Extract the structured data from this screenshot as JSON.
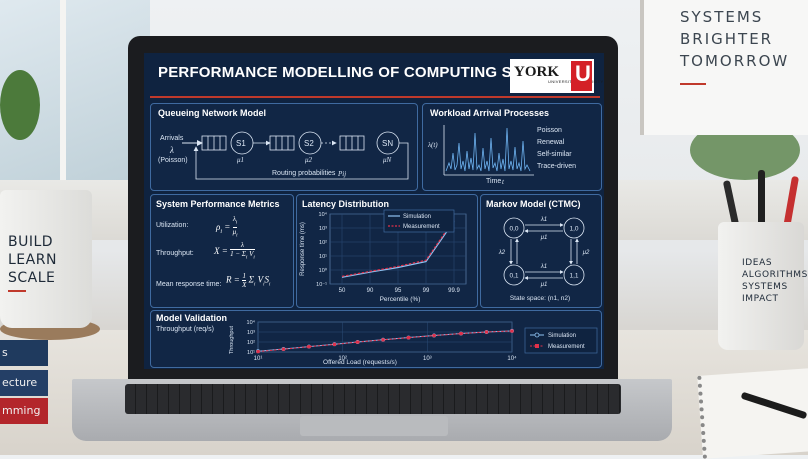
{
  "whiteboard": {
    "lines": [
      "SYSTEMS",
      "BRIGHTER",
      "TOMORROW"
    ]
  },
  "mug": {
    "lines": [
      "BUILD",
      "LEARN",
      "SCALE"
    ]
  },
  "pen_cup": {
    "lines": [
      "IDEAS",
      "ALGORITHMS",
      "SYSTEMS",
      "IMPACT"
    ]
  },
  "books": [
    "s",
    "ecture",
    "mming"
  ],
  "slide": {
    "title": "PERFORMANCE MODELLING OF COMPUTING SYSTEMS",
    "logo": {
      "name": "YORK",
      "sub": "UNIVERSITÉ UNIVERSITY",
      "mark": "U"
    },
    "colors": {
      "background": "#0f2340",
      "accent": "#c0392b",
      "panel_border": "#3f6aa0",
      "series_sim": "#8fc3f2",
      "series_meas": "#e0304a"
    },
    "queueing": {
      "title": "Queueing Network Model",
      "arrivals": "Arrivals",
      "lambda": "λ",
      "poisson": "(Poisson)",
      "stations": [
        "S1",
        "S2",
        "SN"
      ],
      "mus": [
        "μ1",
        "μ2",
        "μN"
      ],
      "routing": "Routing probabilities",
      "routing_sym": "Pij"
    },
    "workload": {
      "title": "Workload Arrival Processes",
      "ylabel": "λ(t)",
      "xlabel": "Time",
      "xvar": "t",
      "types": [
        "Poisson",
        "Renewal",
        "Self-similar",
        "Trace-driven"
      ]
    },
    "metrics": {
      "title": "System Performance Metrics",
      "utilization": "Utilization:",
      "throughput": "Throughput:",
      "mean_response": "Mean response time:"
    },
    "latency": {
      "title": "Latency Distribution",
      "ylabel": "Response time (ms)",
      "xlabel": "Percentile (%)",
      "yticks": [
        "10⁴",
        "10³",
        "10²",
        "10¹",
        "10⁰",
        "10⁻¹"
      ],
      "xticks": [
        "50",
        "90",
        "95",
        "99",
        "99.9"
      ],
      "legend": [
        "Simulation",
        "Measurement"
      ]
    },
    "markov": {
      "title": "Markov Model (CTMC)",
      "states": [
        "0,0",
        "1,0",
        "0,1",
        "1,1"
      ],
      "rates": [
        "λ1",
        "μ1",
        "λ2",
        "μ2",
        "λ1",
        "μ1",
        "λ2",
        "μ2"
      ],
      "state_space": "State space: (n1, n2)"
    },
    "validation": {
      "title": "Model Validation",
      "ylabel_top": "Throughput (req/s)",
      "ylabel_side": "Throughput",
      "yticks": [
        "10⁴",
        "10³",
        "10²",
        "10¹"
      ],
      "xticks": [
        "10¹",
        "10²",
        "10³",
        "10⁴"
      ],
      "xlabel": "Offered Load (requests/s)",
      "legend": [
        "Simulation",
        "Measurement"
      ]
    }
  },
  "chart_data": [
    {
      "type": "line",
      "title": "Latency Distribution",
      "xlabel": "Percentile (%)",
      "ylabel": "Response time (ms)",
      "yscale": "log",
      "ylim": [
        0.1,
        10000
      ],
      "categories": [
        "50",
        "90",
        "95",
        "99",
        "99.9"
      ],
      "series": [
        {
          "name": "Simulation",
          "values": [
            0.3,
            0.7,
            1.5,
            4,
            3000
          ]
        },
        {
          "name": "Measurement",
          "values": [
            0.35,
            0.8,
            1.8,
            5,
            4000
          ]
        }
      ]
    },
    {
      "type": "line",
      "title": "Model Validation",
      "xlabel": "Offered Load (requests/s)",
      "ylabel": "Throughput",
      "xscale": "log",
      "yscale": "log",
      "xlim": [
        10,
        10000
      ],
      "ylim": [
        10,
        10000
      ],
      "series": [
        {
          "name": "Simulation",
          "x": [
            10,
            20,
            40,
            80,
            150,
            300,
            600,
            1200,
            2500,
            5000,
            10000
          ],
          "y": [
            12,
            20,
            35,
            60,
            100,
            170,
            280,
            450,
            700,
            1000,
            1300
          ]
        },
        {
          "name": "Measurement",
          "x": [
            10,
            20,
            40,
            80,
            150,
            300,
            600,
            1200,
            2500,
            5000,
            10000
          ],
          "y": [
            11,
            19,
            34,
            58,
            98,
            165,
            270,
            440,
            690,
            990,
            1250
          ]
        }
      ]
    }
  ]
}
